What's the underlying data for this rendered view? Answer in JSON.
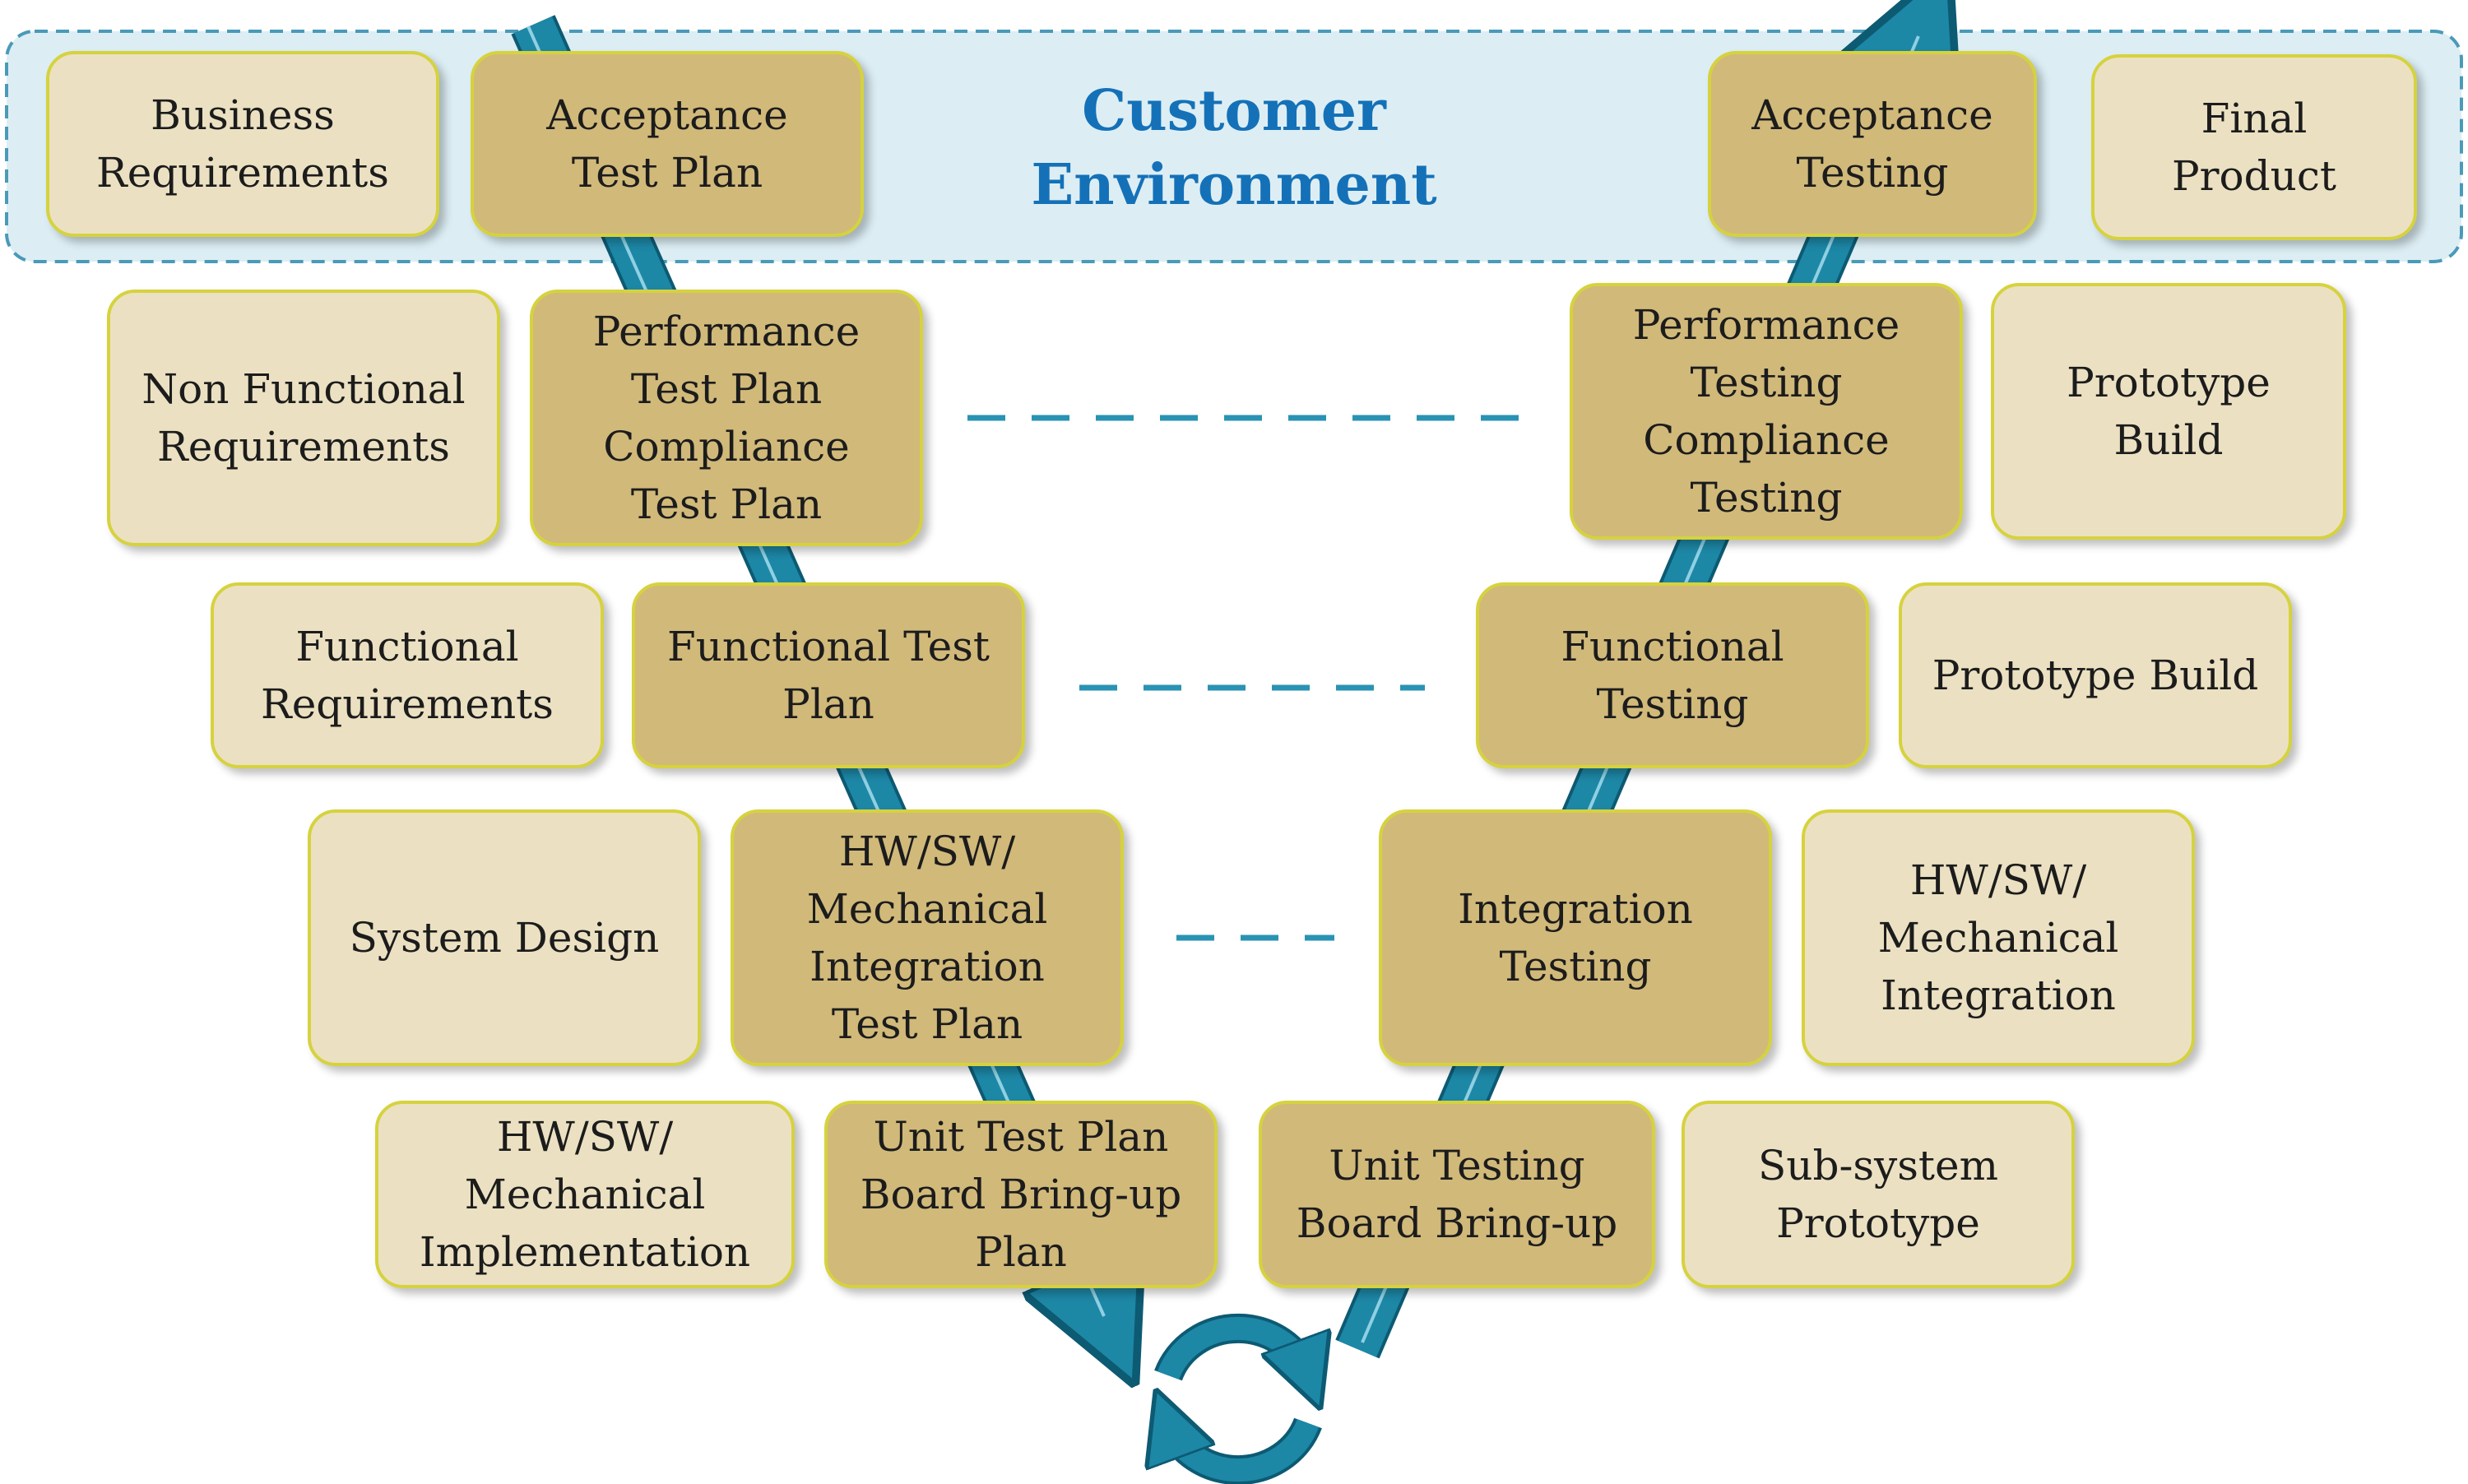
{
  "environment": {
    "title": "Customer\nEnvironment"
  },
  "colors": {
    "requirements_box": "#ebe1c2",
    "test_box": "#d1b97a",
    "box_border": "#d6d23e",
    "environment_fill": "#dceef4",
    "environment_border": "#4a9ab8",
    "arrow": "#1d87a6",
    "title_text": "#1471b8"
  },
  "left_requirements": [
    "Business\nRequirements",
    "Non Functional\nRequirements",
    "Functional\nRequirements",
    "System Design",
    "HW/SW/\nMechanical\nImplementation"
  ],
  "left_test_plans": [
    "Acceptance\nTest Plan",
    "Performance\nTest Plan\nCompliance\nTest Plan",
    "Functional Test\nPlan",
    "HW/SW/\nMechanical\nIntegration\nTest Plan",
    "Unit Test Plan\nBoard Bring-up\nPlan"
  ],
  "right_testing": [
    "Acceptance\nTesting",
    "Performance\nTesting\nCompliance\nTesting",
    "Functional\nTesting",
    "Integration\nTesting",
    "Unit Testing\nBoard Bring-up"
  ],
  "right_builds": [
    "Final\nProduct",
    "Prototype\nBuild",
    "Prototype Build",
    "HW/SW/\nMechanical\nIntegration",
    "Sub-system\nPrototype"
  ]
}
